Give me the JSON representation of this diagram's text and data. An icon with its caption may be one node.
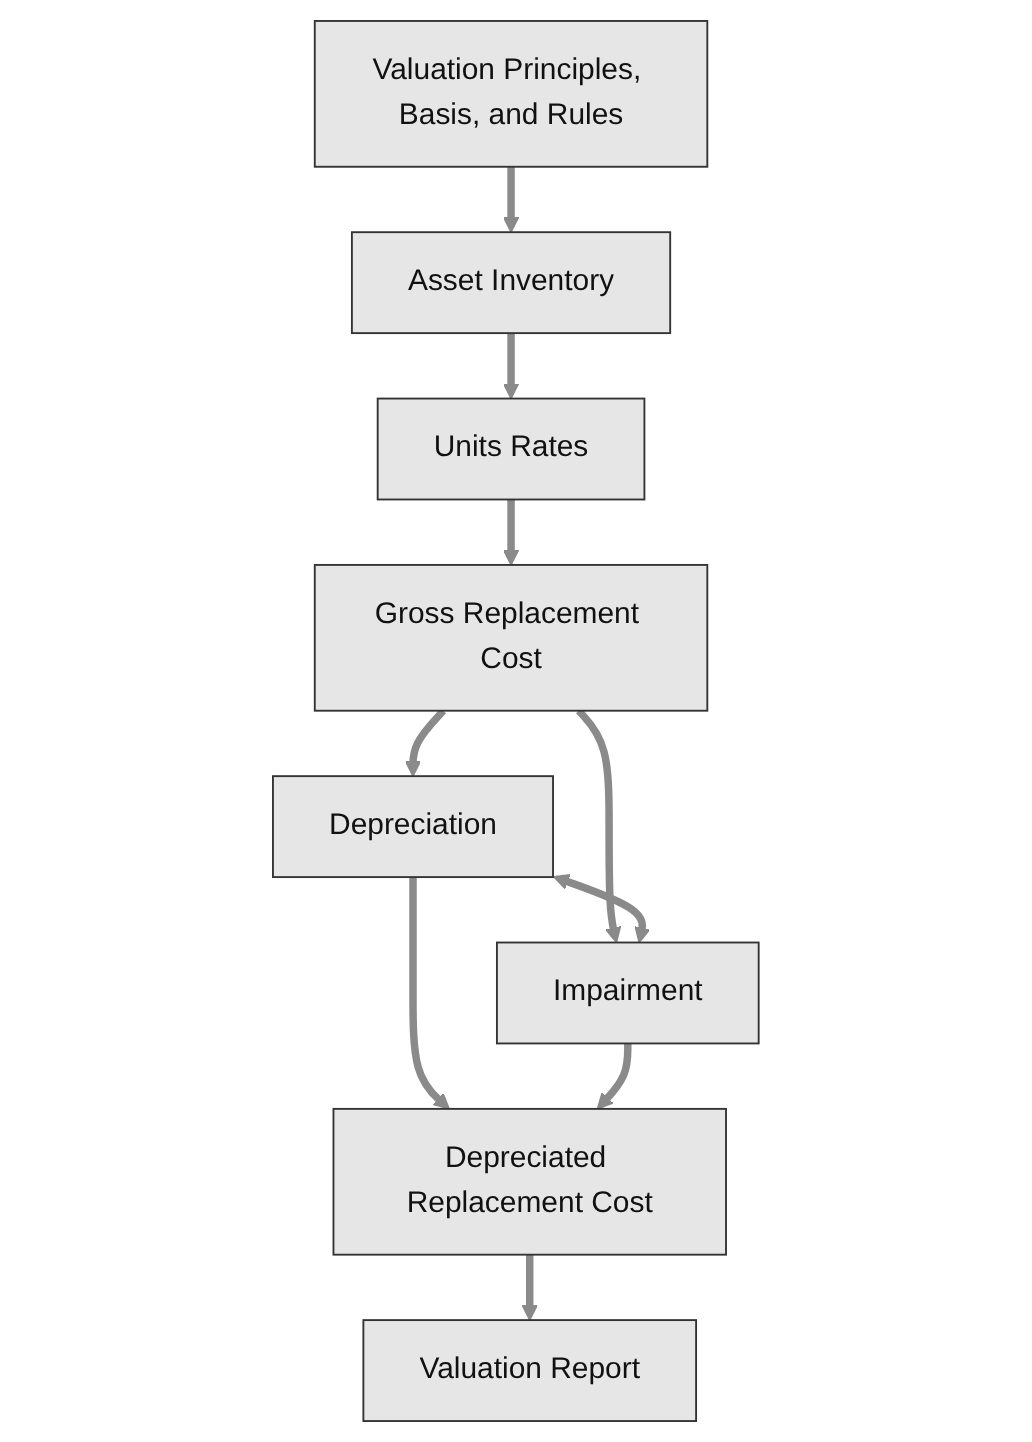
{
  "diagram": {
    "nodes": [
      {
        "text": [
          "Valuation Principles, Basis, and Rules"
        ]
      },
      {
        "text": [
          "Asset Inventory"
        ]
      },
      {
        "text": [
          "Units Rates"
        ]
      },
      {
        "text": [
          "Gross Replacement Cost"
        ]
      },
      {
        "text": [
          "Depreciation"
        ]
      },
      {
        "text": [
          "Impairment"
        ]
      },
      {
        "text": [
          "Depreciated Replacement Cost"
        ]
      },
      {
        "text": [
          "Valuation Report"
        ]
      }
    ],
    "edges": [
      {
        "from": 0,
        "to": 1,
        "arrow": "to"
      },
      {
        "from": 1,
        "to": 2,
        "arrow": "to"
      },
      {
        "from": 2,
        "to": 3,
        "arrow": "to"
      },
      {
        "from": 3,
        "to": 4,
        "arrow": "to"
      },
      {
        "from": 3,
        "to": 5,
        "arrow": "to"
      },
      {
        "from": 4,
        "to": 5,
        "arrow": "both"
      },
      {
        "from": 4,
        "to": 6,
        "arrow": "to"
      },
      {
        "from": 5,
        "to": 6,
        "arrow": "to"
      },
      {
        "from": 6,
        "to": 7,
        "arrow": "to"
      }
    ]
  }
}
